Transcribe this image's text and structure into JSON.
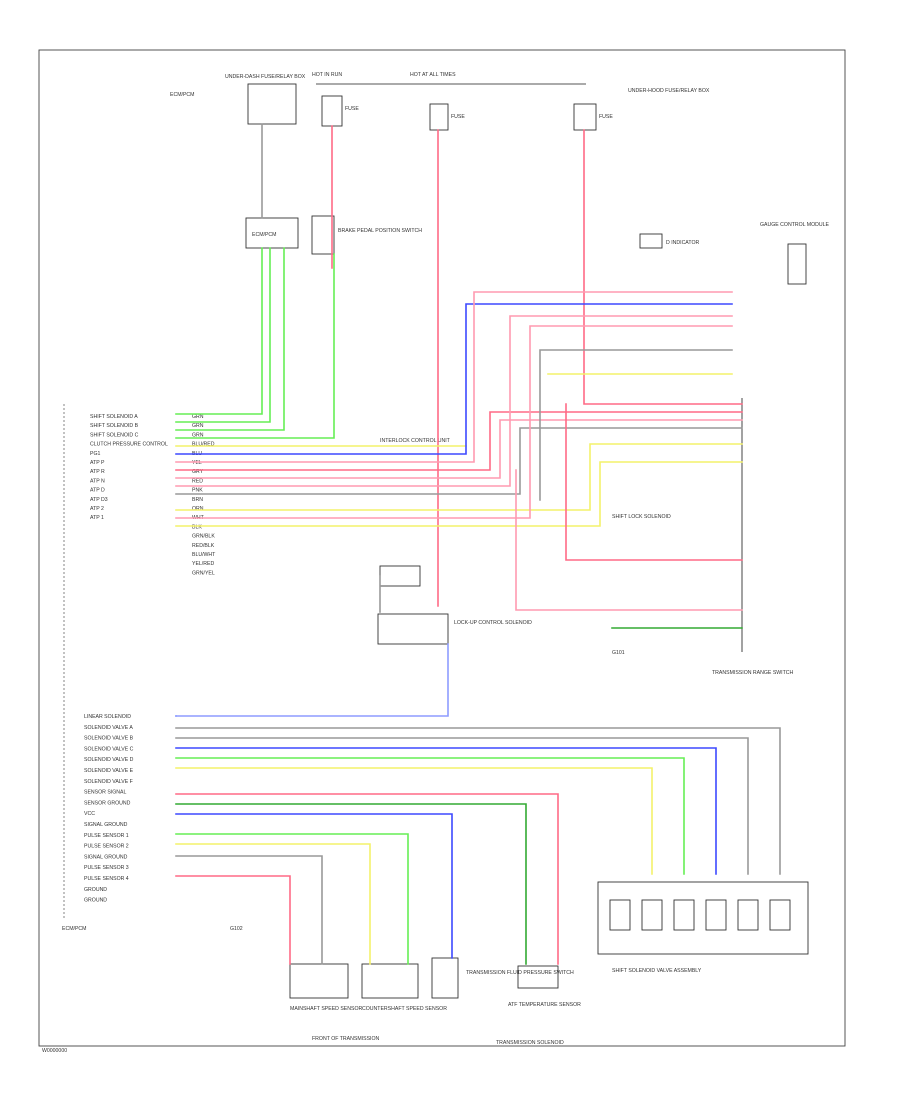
{
  "footer": {
    "code": "W0000000"
  },
  "wire_colors": {
    "red": "#ff6a86",
    "pink": "#ff9ab0",
    "blue": "#3d49ff",
    "lightblue": "#8e9cff",
    "green": "#66ee55",
    "yellow": "#f4f26a",
    "gray": "#999999",
    "darkgreen": "#33aa33",
    "frame": "#444444"
  },
  "labels": {
    "fuse_box_top": "HOT AT ALL TIMES",
    "ign_hot": "HOT IN RUN",
    "fuse1": "FUSE",
    "fuse2": "FUSE",
    "fuse3": "FUSE",
    "relay_left": "UNDER-DASH FUSE/RELAY BOX",
    "relay_right": "UNDER-HOOD FUSE/RELAY BOX",
    "ecm_box": "ECM/PCM",
    "module_left": "ECM/PCM",
    "stop_switch": "BRAKE PEDAL POSITION SWITCH",
    "instrument_cluster": "GAUGE CONTROL MODULE",
    "d_indicator": "D INDICATOR",
    "range_switch": "TRANSMISSION RANGE SWITCH",
    "shift_lock": "SHIFT LOCK SOLENOID",
    "interlock": "INTERLOCK CONTROL UNIT",
    "speed_sensor1": "MAINSHAFT SPEED SENSOR",
    "speed_sensor2": "COUNTERSHAFT SPEED SENSOR",
    "pressure_switch": "TRANSMISSION FLUID PRESSURE SWITCH",
    "temp_sensor": "ATF TEMPERATURE SENSOR",
    "solenoid_assy": "SHIFT SOLENOID VALVE ASSEMBLY",
    "lock_up": "LOCK-UP CONTROL SOLENOID",
    "ground_right": "G101",
    "ground_left": "G102",
    "trans_bottom": "FRONT OF TRANSMISSION",
    "solenoid_bottom": "TRANSMISSION SOLENOID"
  },
  "pin_labels": {
    "upper": [
      "SHIFT SOLENOID A",
      "SHIFT SOLENOID B",
      "SHIFT SOLENOID C",
      "CLUTCH PRESSURE CONTROL",
      "PG1",
      "ATP P",
      "ATP R",
      "ATP N",
      "ATP D",
      "ATP D3",
      "ATP 2",
      "ATP 1"
    ],
    "lower": [
      "LINEAR SOLENOID",
      "SOLENOID VALVE A",
      "SOLENOID VALVE B",
      "SOLENOID VALVE C",
      "SOLENOID VALVE D",
      "SOLENOID VALVE E",
      "SOLENOID VALVE F",
      "SENSOR SIGNAL",
      "SENSOR GROUND",
      "VCC",
      "SIGNAL GROUND",
      "PULSE SENSOR 1",
      "PULSE SENSOR 2",
      "SIGNAL GROUND",
      "PULSE SENSOR 3",
      "PULSE SENSOR 4",
      "GROUND",
      "GROUND"
    ]
  },
  "wire_codes": [
    "GRN",
    "GRN",
    "GRN",
    "BLU/RED",
    "BLU",
    "YEL",
    "GRY",
    "RED",
    "PNK",
    "BRN",
    "ORN",
    "WHT",
    "BLK",
    "GRN/BLK",
    "RED/BLK",
    "BLU/WHT",
    "YEL/RED",
    "GRN/YEL"
  ]
}
